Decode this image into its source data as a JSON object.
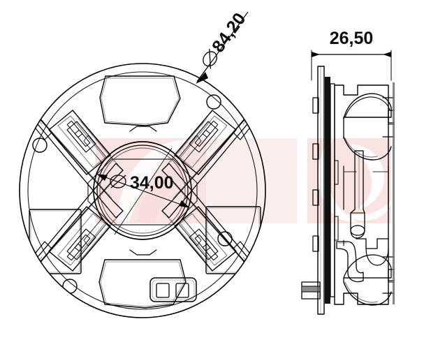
{
  "drawing": {
    "title": "Mechanical part technical drawing",
    "background_color": "#ffffff",
    "line_color": "#000000",
    "text_color": "#0d0d0d",
    "watermark_color": "#f7dada",
    "watermark_color_light": "#fbeeee"
  },
  "views": {
    "front": {
      "name": "front-view",
      "description": "Circular flange front view with four-arm cross hub"
    },
    "side": {
      "name": "side-view",
      "description": "Section side view of the assembly"
    }
  },
  "dimensions": {
    "outer_diameter": {
      "symbol": "⌀",
      "value": "84,20",
      "label": "84,20"
    },
    "bore_diameter": {
      "symbol": "⌀",
      "value": "34,00",
      "label": "34,00"
    },
    "width": {
      "value": "26,50",
      "label": "26,50"
    }
  }
}
